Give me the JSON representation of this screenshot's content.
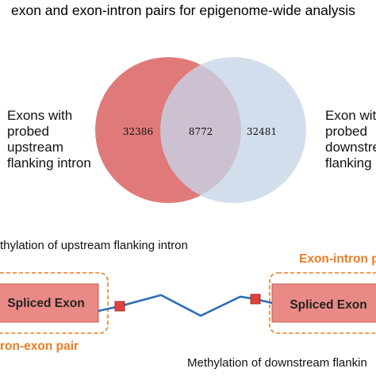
{
  "title": "exon and exon-intron pairs for epigenome-wide analysis",
  "venn": {
    "left_label": [
      "Exons with",
      "probed",
      "upstream",
      "flanking intron"
    ],
    "right_label": [
      "Exon with",
      "probed",
      "downstrea",
      "flanking i"
    ],
    "left_only": "32386",
    "overlap": "8772",
    "right_only": "32481",
    "left_color": "#e07a7a",
    "right_color": "#c3d3e6"
  },
  "schematic": {
    "upstream_caption": "thylation of upstream flanking intron",
    "downstream_caption": "Methylation of downstream flankin",
    "left_exon_label": "Spliced Exon",
    "right_exon_label": "Spliced Exon",
    "left_pair_label": "ron-exon pair",
    "right_pair_label": "Exon-intron p",
    "exon_fill": "#e98a86",
    "pair_box_color": "#ee7c22",
    "intron_line_color": "#2e6db4",
    "marker_color": "#e0433b"
  }
}
